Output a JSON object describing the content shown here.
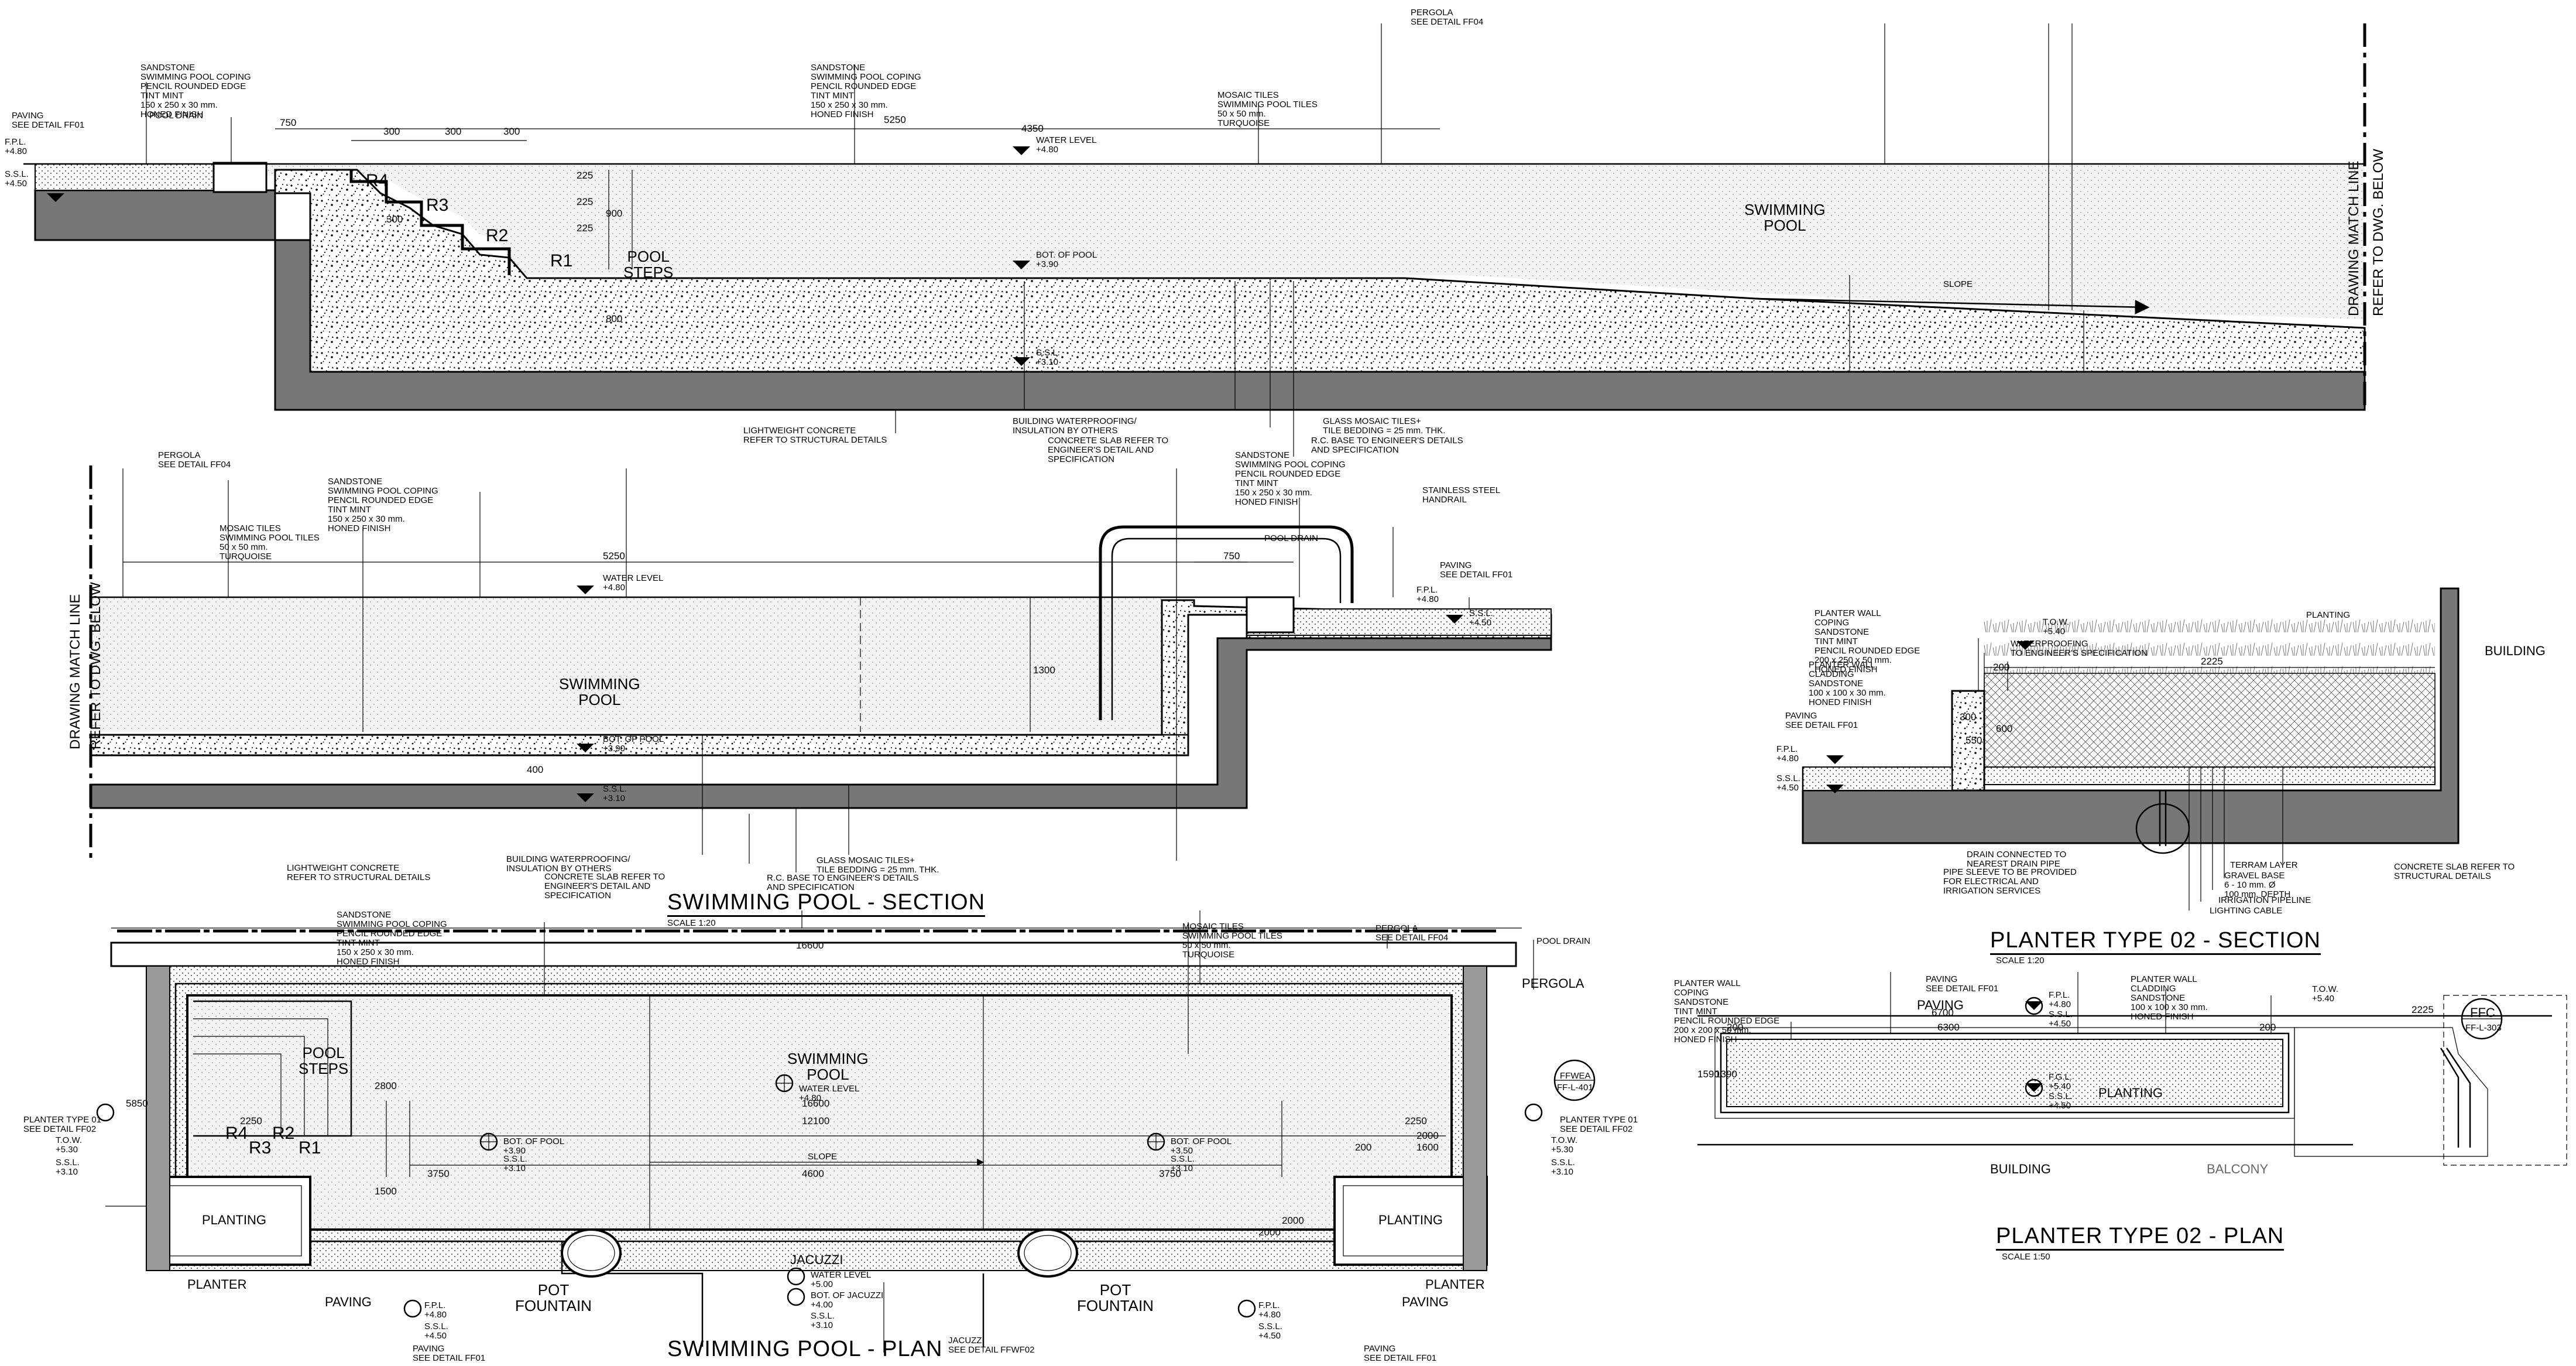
{
  "section_top": {
    "labels": {
      "paving": "PAVING\nSEE DETAIL FF01",
      "coping_left": "SANDSTONE\nSWIMMING POOL COPING\nPENCIL ROUNDED EDGE\nTINT MINT\n150 x 250 x 30 mm.\nHONED FINISH",
      "pool_drain": "POOL DRAIN",
      "coping_mid": "SANDSTONE\nSWIMMING POOL COPING\nPENCIL ROUNDED EDGE\nTINT MINT\n150 x 250 x 30 mm.\nHONED FINISH",
      "pergola": "PERGOLA\nSEE DETAIL FF04",
      "mosaic": "MOSAIC TILES\nSWIMMING POOL TILES\n50 x 50 mm.\nTURQUOISE",
      "water_level": "WATER LEVEL\n+4.80",
      "swimming_pool": "SWIMMING\nPOOL",
      "pool_steps": "POOL\nSTEPS",
      "bot_pool": "BOT. OF POOL\n+3.90",
      "ssl": "S.S.L.\n+3.10",
      "slope": "SLOPE",
      "fpl": "F.P.L.\n+4.80",
      "ssl_left": "S.S.L.\n+4.50",
      "match_line": "DRAWING MATCH LINE",
      "refer": "REFER TO DWG. BELOW",
      "lightweight": "LIGHTWEIGHT CONCRETE\nREFER TO STRUCTURAL DETAILS",
      "waterproofing": "BUILDING WATERPROOFING/\nINSULATION BY OTHERS",
      "slab": "CONCRETE SLAB REFER TO\nENGINEER'S DETAIL AND\nSPECIFICATION",
      "glass_mosaic": "GLASS MOSAIC TILES+\nTILE BEDDING = 25 mm. THK.",
      "rc_base": "R.C. BASE TO ENGINEER'S DETAILS\nAND SPECIFICATION"
    },
    "dims": [
      "750",
      "300",
      "300",
      "300",
      "5250",
      "4350",
      "300",
      "225",
      "225",
      "225",
      "900",
      "800"
    ],
    "risers": [
      "R4",
      "R3",
      "R2",
      "R1"
    ]
  },
  "section_bottom": {
    "labels": {
      "pergola": "PERGOLA\nSEE DETAIL FF04",
      "coping": "SANDSTONE\nSWIMMING POOL COPING\nPENCIL ROUNDED EDGE\nTINT MINT\n150 x 250 x 30 mm.\nHONED FINISH",
      "mosaic": "MOSAIC TILES\nSWIMMING POOL TILES\n50 x 50 mm.\nTURQUOISE",
      "coping_right": "SANDSTONE\nSWIMMING POOL COPING\nPENCIL ROUNDED EDGE\nTINT MINT\n150 x 250 x 30 mm.\nHONED FINISH",
      "handrail": "STAINLESS STEEL\nHANDRAIL",
      "pool_drain": "POOL DRAIN",
      "paving": "PAVING\nSEE DETAIL FF01",
      "fpl": "F.P.L.\n+4.80",
      "ssl_r": "S.S.L.\n+4.50",
      "water_level": "WATER LEVEL\n+4.80",
      "swimming_pool": "SWIMMING\nPOOL",
      "bot_pool": "BOT. OF POOL\n+3.90",
      "ssl": "S.S.L.\n+3.10",
      "lightweight": "LIGHTWEIGHT CONCRETE\nREFER TO STRUCTURAL DETAILS",
      "waterproofing": "BUILDING WATERPROOFING/\nINSULATION BY OTHERS",
      "slab": "CONCRETE SLAB REFER TO\nENGINEER'S DETAIL AND\nSPECIFICATION",
      "glass_mosaic": "GLASS MOSAIC TILES+\nTILE BEDDING = 25 mm. THK.",
      "rc_base": "R.C. BASE TO ENGINEER'S DETAILS\nAND SPECIFICATION",
      "match_line": "DRAWING MATCH LINE",
      "refer": "REFER TO DWG. BELOW"
    },
    "dims": [
      "5250",
      "750",
      "1300",
      "400"
    ],
    "title": "SWIMMING POOL - SECTION",
    "scale": "SCALE 1:20"
  },
  "planter_section": {
    "labels": {
      "wall_coping": "PLANTER WALL\nCOPING\nSANDSTONE\nTINT MINT\nPENCIL ROUNDED EDGE\n200 x 250 x 50 mm.\nHONED FINISH",
      "tow": "T.O.W.\n+5.40",
      "waterproofing": "WATERPROOFING\nTO ENGINEER'S SPECIFICATION",
      "planting": "PLANTING",
      "building": "BUILDING",
      "wall_cladding": "PLANTER WALL\nCLADDING\nSANDSTONE\n100 x 100 x 30 mm.\nHONED FINISH",
      "paving": "PAVING\nSEE DETAIL FF01",
      "fpl": "F.P.L.\n+4.80",
      "ssl": "S.S.L.\n+4.50",
      "drain": "DRAIN CONNECTED TO\nNEAREST DRAIN PIPE",
      "pipe_sleeve": "PIPE SLEEVE TO BE PROVIDED\nFOR ELECTRICAL AND\nIRRIGATION SERVICES",
      "terram": "TERRAM LAYER",
      "gravel": "GRAVEL BASE\n6 - 10 mm. Ø\n100 mm. DEPTH",
      "irrigation": "IRRIGATION PIPELINE",
      "lighting": "LIGHTING CABLE",
      "slab": "CONCRETE SLAB REFER TO\nSTRUCTURAL DETAILS"
    },
    "dims": [
      "200",
      "2225",
      "550",
      "300",
      "600"
    ],
    "title": "PLANTER TYPE 02 - SECTION",
    "scale": "SCALE 1:20"
  },
  "planter_plan": {
    "labels": {
      "wall_coping": "PLANTER WALL\nCOPING\nSANDSTONE\nTINT MINT\nPENCIL ROUNDED EDGE\n200 x 200 x 50 mm.\nHONED FINISH",
      "paving_note": "PAVING\nSEE DETAIL FF01",
      "paving": "PAVING",
      "fpl": "F.P.L.\n+4.80",
      "ssl": "S.S.L.\n+4.50",
      "wall_cladding": "PLANTER WALL\nCLADDING\nSANDSTONE\n100 x 100 x 30 mm.\nHONED FINISH",
      "tow": "T.O.W.\n+5.40",
      "fgl": "F.G.L.\n+5.40",
      "ssl2": "S.S.L.\n+4.50",
      "planting": "PLANTING",
      "building": "BUILDING",
      "balcony": "BALCONY",
      "ffc": "FFC",
      "ffc_ref": "FF-L-303"
    },
    "dims": [
      "6700",
      "6300",
      "2225",
      "200",
      "200",
      "1590",
      "1390"
    ],
    "title": "PLANTER TYPE 02 - PLAN",
    "scale": "SCALE 1:50"
  },
  "plan": {
    "labels": {
      "coping": "SANDSTONE\nSWIMMING POOL COPING\nPENCIL ROUNDED EDGE\nTINT MINT\n150 x 250 x 30 mm.\nHONED FINISH",
      "mosaic": "MOSAIC TILES\nSWIMMING POOL TILES\n50 x 50 mm.\nTURQUOISE",
      "pergola_note": "PERGOLA\nSEE DETAIL FF04",
      "pool_drain": "POOL DRAIN",
      "pergola": "PERGOLA",
      "pool_steps": "POOL\nSTEPS",
      "swimming_pool": "SWIMMING\nPOOL",
      "water_level": "WATER LEVEL\n+4.80",
      "fewea": "FFWEA",
      "fewea_ref": "FF-L-401",
      "planter_left": "PLANTER TYPE 01\nSEE DETAIL FF02",
      "planter_right": "PLANTER TYPE 01\nSEE DETAIL FF02",
      "tow_l": "T.O.W.\n+5.30",
      "ssl_l": "S.S.L.\n+3.10",
      "tow_r": "T.O.W.\n+5.30",
      "ssl_r": "S.S.L.\n+3.10",
      "bot_l": "BOT. OF POOL\n+3.90",
      "ssl_bl": "S.S.L.\n+3.10",
      "bot_r": "BOT. OF POOL\n+3.50",
      "ssl_br": "S.S.L.\n+3.10",
      "slope": "SLOPE",
      "planting": "PLANTING",
      "planter": "PLANTER",
      "paving": "PAVING",
      "pot_fountain": "POT\nFOUNTAIN",
      "jacuzzi": "JACUZZI",
      "jac_wl": "WATER LEVEL\n+5.00",
      "jac_bot": "BOT. OF JACUZZI\n+4.00",
      "jac_ssl": "S.S.L.\n+3.10",
      "jac_note": "JACUZZI\nSEE DETAIL FFWF02",
      "fpl_l": "F.P.L.\n+4.80",
      "ssl_pl": "S.S.L.\n+4.50",
      "fpl_r": "F.P.L.\n+4.80",
      "ssl_pr": "S.S.L.\n+4.50",
      "paving_note_l": "PAVING\nSEE DETAIL FF01",
      "paving_note_r": "PAVING\nSEE DETAIL FF01"
    },
    "dims": [
      "16600",
      "16600",
      "12100",
      "2250",
      "2250",
      "2000",
      "1600",
      "200",
      "3750",
      "4600",
      "3750",
      "1500",
      "2000",
      "2000",
      "5850",
      "2800"
    ],
    "risers": [
      "R4",
      "R3",
      "R2",
      "R1"
    ],
    "title": "SWIMMING POOL - PLAN"
  }
}
